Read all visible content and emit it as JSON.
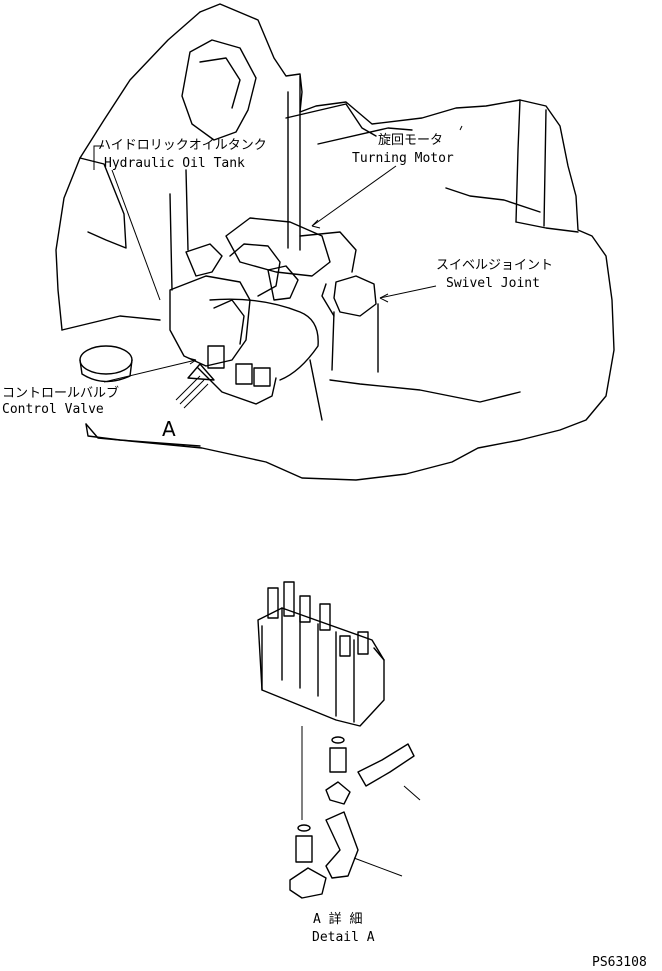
{
  "labels": {
    "hydraulic_tank_jp": "ハイドロリックオイルタンク",
    "hydraulic_tank_en": "Hydraulic Oil Tank",
    "turning_motor_jp": "旋回モータ",
    "turning_motor_en": "Turning Motor",
    "swivel_joint_jp": "スイベルジョイント",
    "swivel_joint_en": "Swivel Joint",
    "control_valve_jp": "コントロールバルブ",
    "control_valve_en": "Control Valve",
    "view_marker": "A",
    "detail_jp": "A 詳 細",
    "detail_en": "Detail A",
    "drawing_no": "PS63108"
  }
}
